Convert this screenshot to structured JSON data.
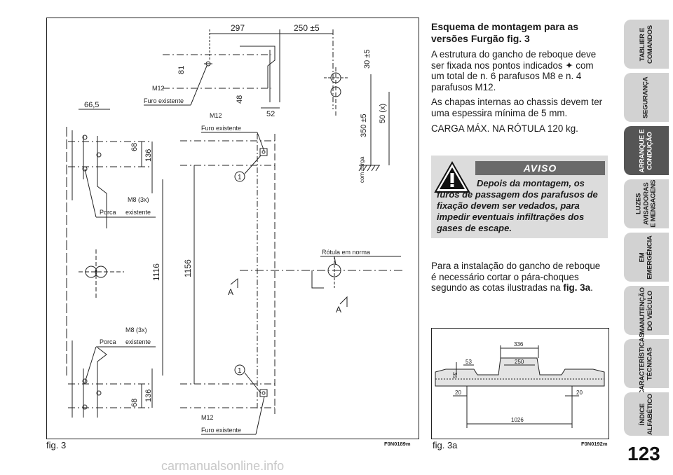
{
  "figure_main": {
    "caption": "fig. 3",
    "code": "F0N0189m",
    "dims": {
      "d297": "297",
      "d250": "250 ±5",
      "d30": "30 ±5",
      "d81": "81",
      "d48": "48",
      "d52": "52",
      "d350": "350 ±5",
      "d50": "50 (x)",
      "d665": "66,5",
      "d68a": "68",
      "d136a": "136",
      "d1116": "1116",
      "d1156": "1156",
      "d68b": "68",
      "d136b": "136"
    },
    "labels": {
      "m12_top_left": "M12",
      "furo_top_left": "Furo existente",
      "m12_mid": "M12",
      "furo_mid": "Furo existente",
      "m8_top": "M8 (3x)",
      "porca_top": "Porca",
      "existente_top": "existente",
      "m8_bottom": "M8 (3x)",
      "porca_bottom": "Porca",
      "existente_bottom": "existente",
      "m12_bottom": "M12",
      "furo_bottom": "Furo existente",
      "com_carga": "com carga",
      "rotula": "Rótula em norma",
      "marker_1": "1",
      "section_a": "A"
    }
  },
  "figure_secondary": {
    "caption": "fig. 3a",
    "code": "F0N0192m",
    "dims": {
      "d336": "336",
      "d53": "53",
      "d250": "250",
      "d35": "35",
      "d20_left": "20",
      "d20_right": "20",
      "d1026": "1026"
    }
  },
  "content": {
    "heading": "Esquema de montagem para as versões Furgão fig. 3",
    "p1": "A estrutura do gancho de reboque deve ser fixada nos pontos indicados ✦ com um total de n. 6 parafusos M8 e n. 4 parafusos M12.",
    "p2": "As chapas internas ao chassis devem ter uma espessira mínima de 5 mm.",
    "p3": "CARGA MÁX. NA RÓTULA 120 kg.",
    "p4_text": "Para a instalação do gancho de reboque é necessário cortar o pára-choques segundo as cotas ilustradas na",
    "p4_ref": "fig. 3a",
    "p4_end": "."
  },
  "aviso": {
    "label": "AVISO",
    "text": "Depois da montagem, os furos de passagem dos parafusos de fixação devem ser vedados, para impedir eventuais infiltrações dos gases de escape."
  },
  "sidebar": {
    "tabs": [
      {
        "label": "TABLIER E\nCOMANDOS",
        "active": false
      },
      {
        "label": "SEGURANÇA",
        "active": false
      },
      {
        "label": "ARRANQUE E\nCONDUÇÃO",
        "active": true
      },
      {
        "label": "LUZES\nAVISADORAS\nE MENSAGENS",
        "active": false
      },
      {
        "label": "EM\nEMERGÊNCIA",
        "active": false
      },
      {
        "label": "MANUTENÇÃO\nDO VEÍCULO",
        "active": false
      },
      {
        "label": "CARACTERÍSTICAS\nTÉCNICAS",
        "active": false
      },
      {
        "label": "ÍNDICE\nALFABÉTICO",
        "active": false
      }
    ]
  },
  "page_number": "123",
  "watermark": "carmanualsonline.info",
  "colors": {
    "active_tab": "#555555",
    "inactive_tab": "#d2d2d2",
    "aviso_bg": "#dcdcdc",
    "aviso_label_bg": "#6a6a6a"
  }
}
